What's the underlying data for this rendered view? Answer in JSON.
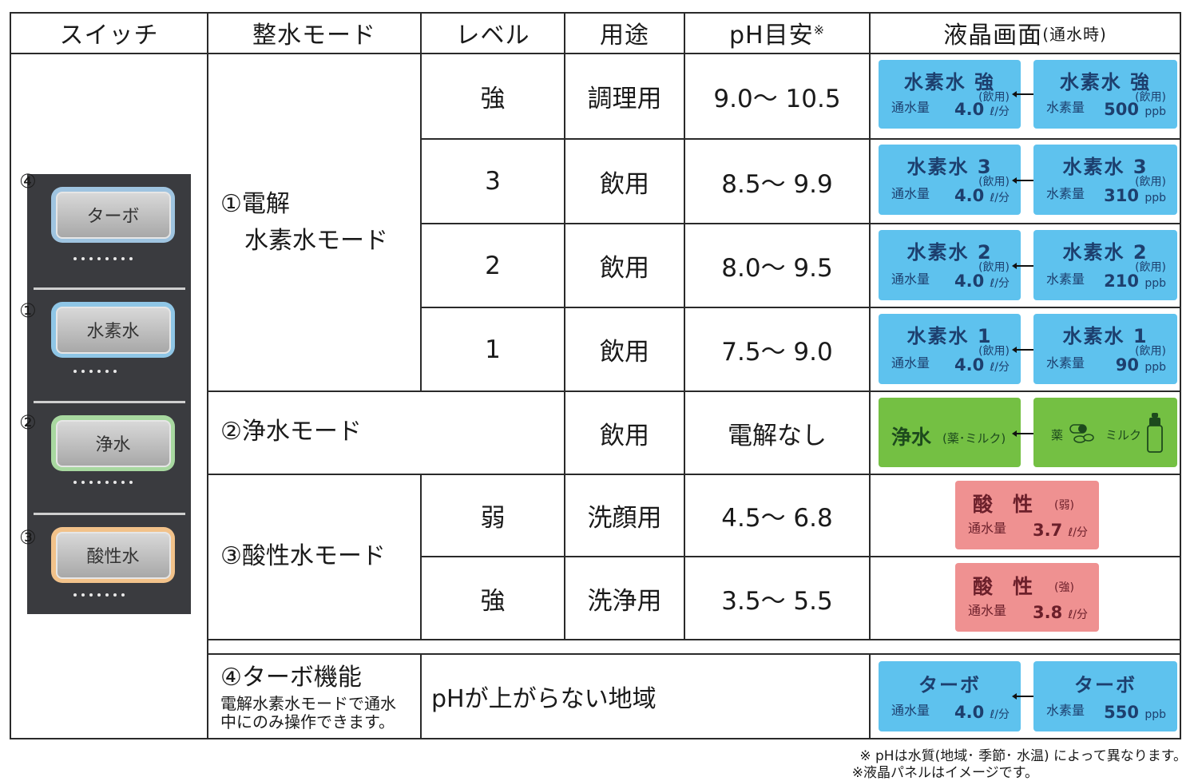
{
  "headers": {
    "switch": "スイッチ",
    "mode": "整水モード",
    "level": "レベル",
    "use": "用途",
    "ph": "pH目安",
    "ph_mark": "※",
    "lcd": "液晶画面",
    "lcd_sub": "(通水時)"
  },
  "switch_panel": {
    "turbo": {
      "num": "④",
      "label": "ターボ"
    },
    "hydrogen": {
      "num": "①",
      "label": "水素水"
    },
    "purified": {
      "num": "②",
      "label": "浄水"
    },
    "acidic": {
      "num": "③",
      "label": "酸性水"
    },
    "colors": {
      "turbo": "#9fc4e0",
      "hydrogen": "#8fc6e6",
      "purified": "#a8d8a0",
      "acidic": "#f2c28a"
    }
  },
  "modes": {
    "hydrogen_line1": "①電解",
    "hydrogen_line2": "水素水モード",
    "purified": "②浄水モード",
    "acidic": "③酸性水モード",
    "turbo_title": "④ターボ機能",
    "turbo_note1": "電解水素水モードで通水",
    "turbo_note2": "中にのみ操作できます。",
    "turbo_use": "pHが上がらない地域"
  },
  "rows": [
    {
      "level": "強",
      "use": "調理用",
      "ph": "9.0～ 10.5"
    },
    {
      "level": "3",
      "use": "飲用",
      "ph": "8.5～ 9.9"
    },
    {
      "level": "2",
      "use": "飲用",
      "ph": "8.0～ 9.5"
    },
    {
      "level": "1",
      "use": "飲用",
      "ph": "7.5～ 9.0"
    },
    {
      "level": "",
      "use": "飲用",
      "ph": "電解なし"
    },
    {
      "level": "弱",
      "use": "洗顔用",
      "ph": "4.5～ 6.8"
    },
    {
      "level": "強",
      "use": "洗浄用",
      "ph": "3.5～ 5.5"
    }
  ],
  "lcd": {
    "h_strong": {
      "left_title": "水素水 強",
      "right_title": "水素水 強",
      "sub": "(飲用)",
      "flow_label": "通水量",
      "flow": "4.0",
      "flow_unit": "ℓ/分",
      "h_label": "水素量",
      "h": "500",
      "h_unit": "ppb"
    },
    "h3": {
      "left_title": "水素水 3",
      "right_title": "水素水 3",
      "sub": "(飲用)",
      "flow_label": "通水量",
      "flow": "4.0",
      "flow_unit": "ℓ/分",
      "h_label": "水素量",
      "h": "310",
      "h_unit": "ppb"
    },
    "h2": {
      "left_title": "水素水 2",
      "right_title": "水素水 2",
      "sub": "(飲用)",
      "flow_label": "通水量",
      "flow": "4.0",
      "flow_unit": "ℓ/分",
      "h_label": "水素量",
      "h": "210",
      "h_unit": "ppb"
    },
    "h1": {
      "left_title": "水素水 1",
      "right_title": "水素水 1",
      "sub": "(飲用)",
      "flow_label": "通水量",
      "flow": "4.0",
      "flow_unit": "ℓ/分",
      "h_label": "水素量",
      "h": "90",
      "h_unit": "ppb"
    },
    "pure": {
      "title": "浄水",
      "sub": "(薬･ミルク)",
      "med": "薬",
      "milk": "ミルク"
    },
    "acid_weak": {
      "title": "酸　性",
      "sub": "(弱)",
      "flow_label": "通水量",
      "flow": "3.7",
      "flow_unit": "ℓ/分"
    },
    "acid_strong": {
      "title": "酸　性",
      "sub": "(強)",
      "flow_label": "通水量",
      "flow": "3.8",
      "flow_unit": "ℓ/分"
    },
    "turbo": {
      "left_title": "ターボ",
      "right_title": "ターボ",
      "flow_label": "通水量",
      "flow": "4.0",
      "flow_unit": "ℓ/分",
      "h_label": "水素量",
      "h": "550",
      "h_unit": "ppb"
    },
    "colors": {
      "blue": "#5ec2ee",
      "green": "#74c043",
      "pink": "#ef9191"
    }
  },
  "notes": {
    "line1": "※ pHは水質(地域･ 季節･ 水温) によって異なります。",
    "line2": "※液晶パネルはイメージです。"
  }
}
